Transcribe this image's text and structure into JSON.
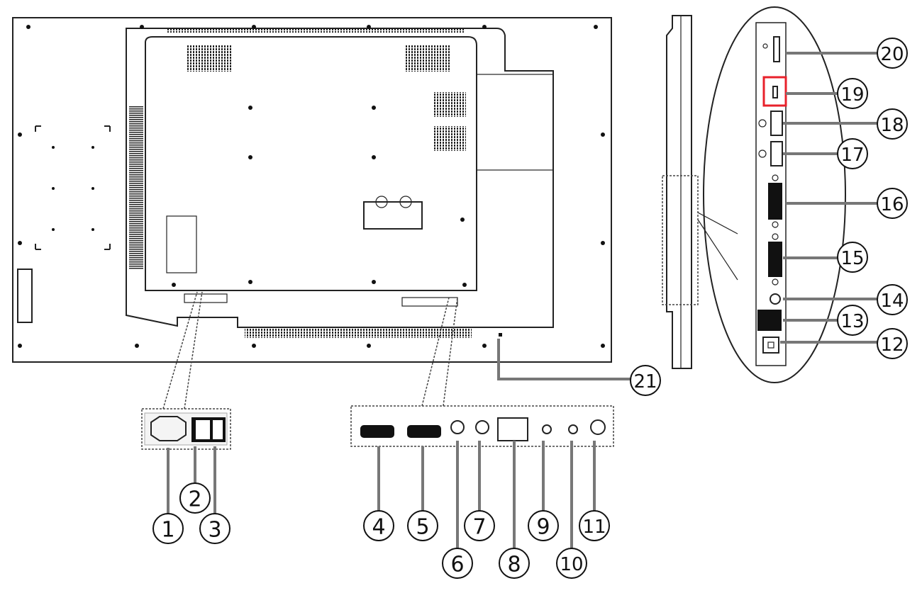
{
  "diagram": {
    "callouts": [
      "1",
      "2",
      "3",
      "4",
      "5",
      "6",
      "7",
      "8",
      "9",
      "10",
      "11",
      "12",
      "13",
      "14",
      "15",
      "16",
      "17",
      "18",
      "19",
      "20",
      "21"
    ],
    "highlight_color": "#e8212b",
    "highlighted_callout": "19"
  }
}
